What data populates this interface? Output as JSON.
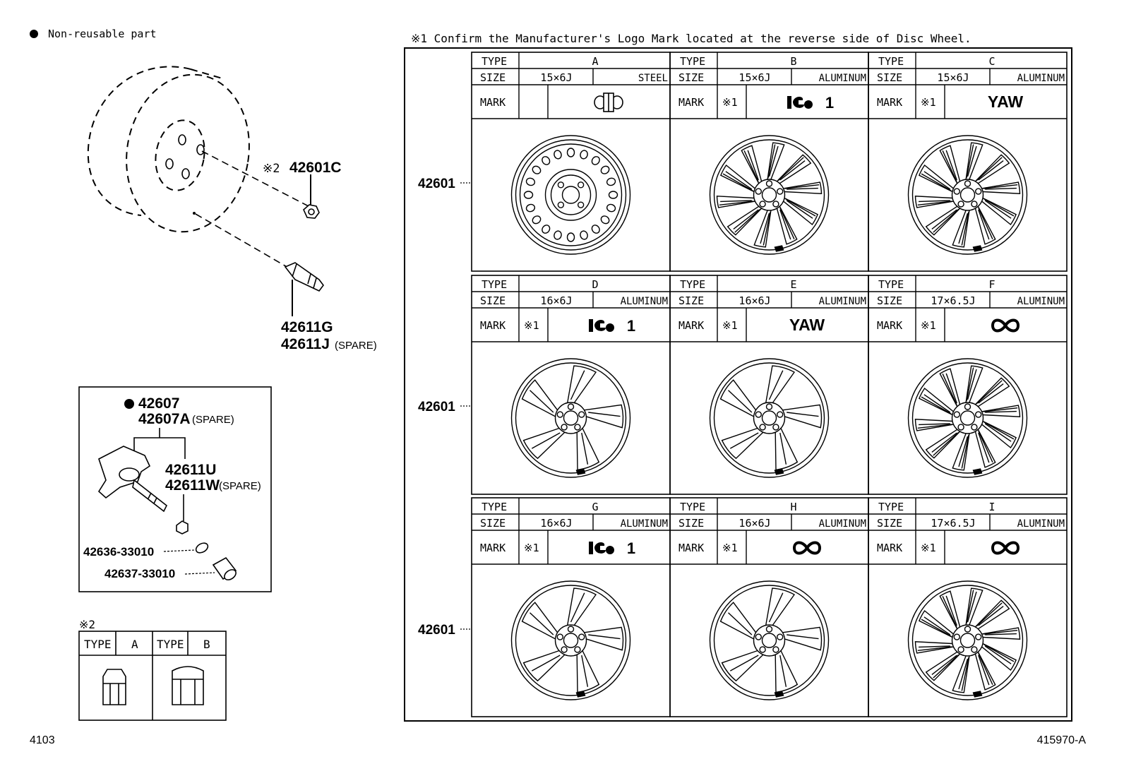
{
  "legend": {
    "bullet_label": "Non-reusable part"
  },
  "note1": {
    "text": "※1  Confirm the Manufacturer's Logo Mark located at the reverse side of Disc Wheel."
  },
  "callouts": {
    "nut": "42601C",
    "nut_prefix": "※2",
    "valve": "42611G",
    "valve_spare": "42611J",
    "spare_tag": "(SPARE)",
    "sensor": "42607",
    "sensor_spare": "42607A",
    "sensor_valve": "42611U",
    "sensor_valve_spare": "42611W",
    "washer": "42636-33010",
    "cap": "42637-33010"
  },
  "nut_table": {
    "note": "※2",
    "header_type": "TYPE",
    "types": [
      "A",
      "B"
    ]
  },
  "wheel_table": {
    "row_label": "42601",
    "col_labels": {
      "type": "TYPE",
      "size": "SIZE",
      "mark": "MARK"
    },
    "note_marker": "※1",
    "wheels": [
      {
        "type": "A",
        "size": "15×6J",
        "material": "STEEL",
        "mark": "steel-logo",
        "mark_text": "",
        "has_note": false,
        "style": "steel"
      },
      {
        "type": "B",
        "size": "15×6J",
        "material": "ALUMINUM",
        "mark": "ko-logo",
        "mark_text": "1",
        "has_note": true,
        "style": "spoke10"
      },
      {
        "type": "C",
        "size": "15×6J",
        "material": "ALUMINUM",
        "mark": "text",
        "mark_text": "YAW",
        "has_note": true,
        "style": "spoke10"
      },
      {
        "type": "D",
        "size": "16×6J",
        "material": "ALUMINUM",
        "mark": "ko-logo",
        "mark_text": "1",
        "has_note": true,
        "style": "spoke5"
      },
      {
        "type": "E",
        "size": "16×6J",
        "material": "ALUMINUM",
        "mark": "text",
        "mark_text": "YAW",
        "has_note": true,
        "style": "spoke5"
      },
      {
        "type": "F",
        "size": "17×6.5J",
        "material": "ALUMINUM",
        "mark": "infinity-logo",
        "mark_text": "",
        "has_note": true,
        "style": "spoke10b"
      },
      {
        "type": "G",
        "size": "16×6J",
        "material": "ALUMINUM",
        "mark": "ko-logo",
        "mark_text": "1",
        "has_note": true,
        "style": "spoke5"
      },
      {
        "type": "H",
        "size": "16×6J",
        "material": "ALUMINUM",
        "mark": "infinity-logo",
        "mark_text": "",
        "has_note": true,
        "style": "spoke5"
      },
      {
        "type": "I",
        "size": "17×6.5J",
        "material": "ALUMINUM",
        "mark": "infinity-logo",
        "mark_text": "",
        "has_note": true,
        "style": "spoke10b"
      }
    ]
  },
  "footer": {
    "left": "4103",
    "right": "415970-A"
  }
}
